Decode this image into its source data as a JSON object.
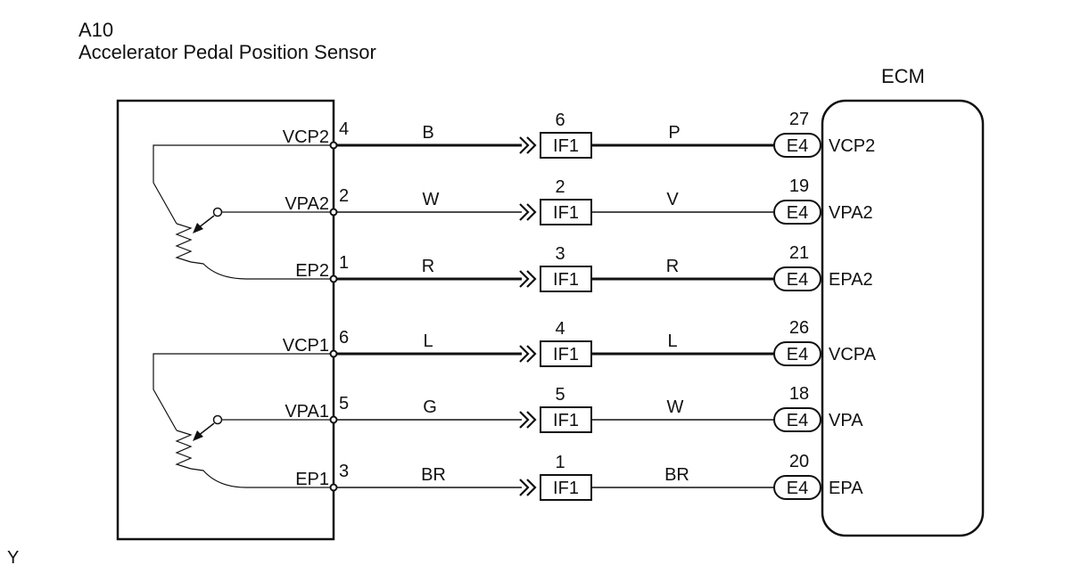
{
  "sensor": {
    "code": "A10",
    "name": "Accelerator Pedal Position Sensor"
  },
  "ecm": {
    "label": "ECM"
  },
  "corner_mark": "Y",
  "connectors": {
    "mid": "IF1",
    "ecm": "E4"
  },
  "rows": [
    {
      "sensor_label": "VCP2",
      "sensor_pin": "4",
      "wire1": "B",
      "mid_pin": "6",
      "wire2": "P",
      "ecm_pin": "27",
      "ecm_label": "VCP2"
    },
    {
      "sensor_label": "VPA2",
      "sensor_pin": "2",
      "wire1": "W",
      "mid_pin": "2",
      "wire2": "V",
      "ecm_pin": "19",
      "ecm_label": "VPA2"
    },
    {
      "sensor_label": "EP2",
      "sensor_pin": "1",
      "wire1": "R",
      "mid_pin": "3",
      "wire2": "R",
      "ecm_pin": "21",
      "ecm_label": "EPA2"
    },
    {
      "sensor_label": "VCP1",
      "sensor_pin": "6",
      "wire1": "L",
      "mid_pin": "4",
      "wire2": "L",
      "ecm_pin": "26",
      "ecm_label": "VCPA"
    },
    {
      "sensor_label": "VPA1",
      "sensor_pin": "5",
      "wire1": "G",
      "mid_pin": "5",
      "wire2": "W",
      "ecm_pin": "18",
      "ecm_label": "VPA"
    },
    {
      "sensor_label": "EP1",
      "sensor_pin": "3",
      "wire1": "BR",
      "mid_pin": "1",
      "wire2": "BR",
      "ecm_pin": "20",
      "ecm_label": "EPA"
    }
  ]
}
